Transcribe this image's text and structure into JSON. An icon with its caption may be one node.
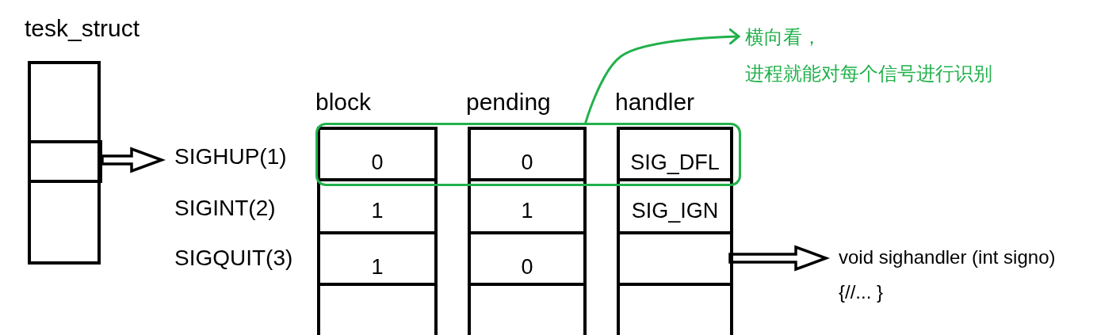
{
  "diagram": {
    "nodes": [
      {
        "text": [
          "tesk_struct"
        ]
      },
      {
        "text": [],
        "shape": "box",
        "in": 0
      },
      {
        "text": [
          "SIGHUP(1)"
        ]
      },
      {
        "text": [
          "block",
          "0",
          "1",
          "1"
        ]
      },
      {
        "text": [
          "pending",
          "0",
          "1",
          "0"
        ]
      },
      {
        "text": [
          "handler",
          "SIG_DFL",
          "SIG_IGN"
        ]
      },
      {
        "text": [],
        "shape": "box",
        "in": 5
      },
      {
        "text": [],
        "shape": "box"
      },
      {
        "text": [
          "横向看，",
          "进程就能对每个信号进行识别"
        ]
      },
      {
        "text": [
          "void sighandler (int signo)",
          "{//... }"
        ]
      }
    ],
    "edges": [
      {
        "from": 1,
        "to": 2,
        "arrow": "to"
      },
      {
        "from": 7,
        "to": 8,
        "arrow": "to",
        "color": "#22b14c"
      },
      {
        "from": 6,
        "to": 9,
        "arrow": "to"
      }
    ],
    "labels": [
      "SIGINT(2)",
      "SIGQUIT(3)"
    ]
  }
}
